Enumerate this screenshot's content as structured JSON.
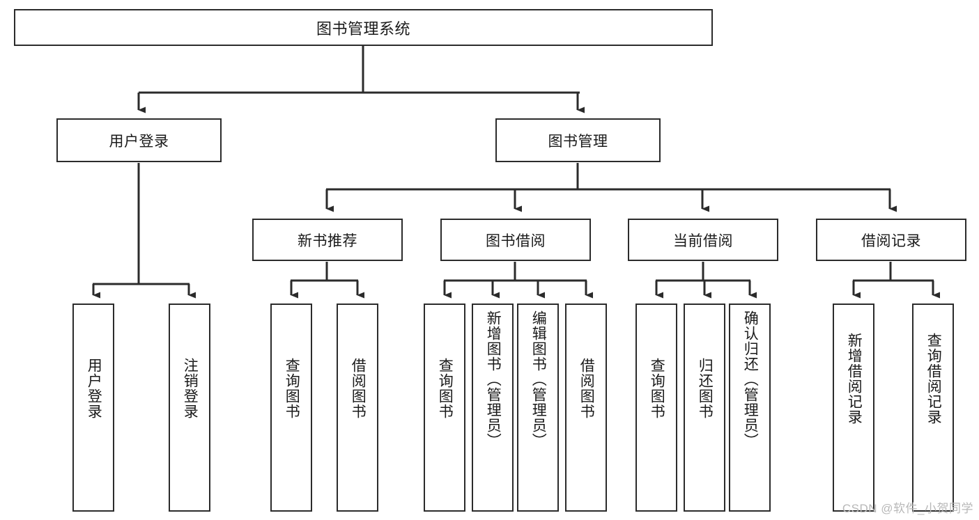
{
  "diagram": {
    "title": "图书管理系统",
    "watermark": "CSDN @软件_小贺同学",
    "line_color": "#2b2b2b",
    "box_fill": "#ffffff",
    "text_color": "#1a1a1a",
    "watermark_color": "#b8b8b8",
    "root": {
      "label": "图书管理系统"
    },
    "level2": [
      {
        "label": "用户登录"
      },
      {
        "label": "图书管理"
      }
    ],
    "level3": [
      {
        "label": "新书推荐"
      },
      {
        "label": "图书借阅"
      },
      {
        "label": "当前借阅"
      },
      {
        "label": "借阅记录"
      }
    ],
    "leaves": {
      "user_login": [
        {
          "label": "用户登录"
        },
        {
          "label": "注销登录"
        }
      ],
      "new_book_recommend": [
        {
          "label": "查询图书"
        },
        {
          "label": "借阅图书"
        }
      ],
      "book_borrow": [
        {
          "label": "查询图书"
        },
        {
          "label": "新增图书（管理员）"
        },
        {
          "label": "编辑图书（管理员）"
        },
        {
          "label": "借阅图书"
        }
      ],
      "current_borrow": [
        {
          "label": "查询图书"
        },
        {
          "label": "归还图书"
        },
        {
          "label": "确认归还（管理员）"
        }
      ],
      "borrow_record": [
        {
          "label": "新增借阅记录"
        },
        {
          "label": "查询借阅记录"
        }
      ]
    }
  }
}
